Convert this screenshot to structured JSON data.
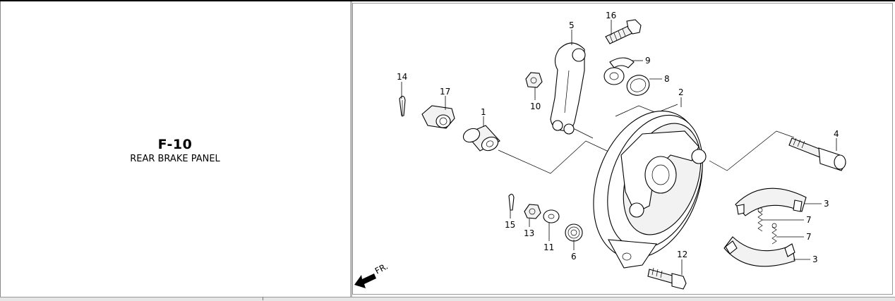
{
  "section": {
    "code": "F-10",
    "title": "REAR BRAKE PANEL"
  },
  "diagram": {
    "direction_label": "FR.",
    "callouts": [
      {
        "id": "c1",
        "label": "1"
      },
      {
        "id": "c2",
        "label": "2"
      },
      {
        "id": "c3a",
        "label": "3"
      },
      {
        "id": "c3b",
        "label": "3"
      },
      {
        "id": "c4",
        "label": "4"
      },
      {
        "id": "c5",
        "label": "5"
      },
      {
        "id": "c6",
        "label": "6"
      },
      {
        "id": "c7a",
        "label": "7"
      },
      {
        "id": "c7b",
        "label": "7"
      },
      {
        "id": "c8",
        "label": "8"
      },
      {
        "id": "c9",
        "label": "9"
      },
      {
        "id": "c10",
        "label": "10"
      },
      {
        "id": "c11",
        "label": "11"
      },
      {
        "id": "c12",
        "label": "12"
      },
      {
        "id": "c13",
        "label": "13"
      },
      {
        "id": "c14",
        "label": "14"
      },
      {
        "id": "c15",
        "label": "15"
      },
      {
        "id": "c16",
        "label": "16"
      },
      {
        "id": "c17",
        "label": "17"
      }
    ]
  }
}
